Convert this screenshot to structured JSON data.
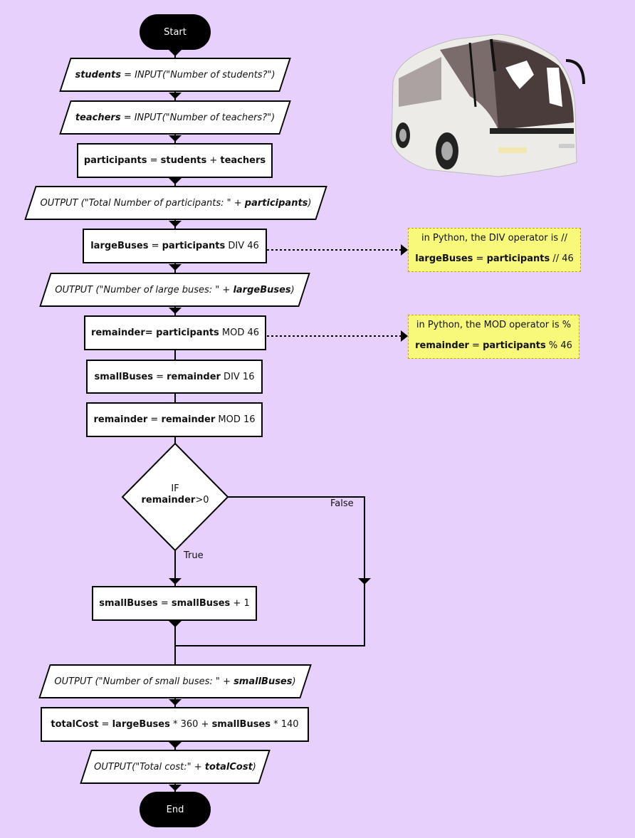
{
  "start": "Start",
  "end": "End",
  "steps": {
    "in_students": {
      "var": "students",
      "rest": " = INPUT(\"Number of students?\")"
    },
    "in_teachers": {
      "var": "teachers",
      "rest": " = INPUT(\"Number of teachers?\")"
    },
    "participants": {
      "a": "participants",
      "b": " = ",
      "c": "students",
      "d": " + ",
      "e": "teachers"
    },
    "out_total": {
      "pre": "OUTPUT (\"Total Number of participants:  \" + ",
      "var": "participants",
      "post": ")"
    },
    "large": {
      "a": "largeBuses",
      "b": " = ",
      "c": "participants",
      "d": " DIV 46"
    },
    "out_large": {
      "pre": "OUTPUT (\"Number of large buses: \" + ",
      "var": "largeBuses",
      "post": ")"
    },
    "rem1": {
      "a": "remainder",
      "b": "= ",
      "c": "participants",
      "d": " MOD 46"
    },
    "small1": {
      "a": "smallBuses",
      "b": " = ",
      "c": "remainder",
      "d": " DIV 16"
    },
    "rem2": {
      "a": "remainder",
      "b": " = ",
      "c": "remainder",
      "d": " MOD 16"
    },
    "small2": {
      "a": "smallBuses",
      "b": " = ",
      "c": "smallBuses",
      "d": " + 1"
    },
    "out_small": {
      "pre": "OUTPUT (\"Number of small buses: \" + ",
      "var": "smallBuses",
      "post": ")"
    },
    "total": {
      "a": "totalCost",
      "b": " = ",
      "c": "largeBuses",
      "d": " * 360 + ",
      "e": "smallBuses",
      "f": " * 140"
    },
    "out_cost": {
      "pre": "OUTPUT(\"Total cost:\" + ",
      "var": "totalCost",
      "post": ")"
    }
  },
  "decision": {
    "line1": "IF",
    "var": "remainder",
    "cond": ">0",
    "true_label": "True",
    "false_label": "False"
  },
  "notes": {
    "div": {
      "line1": "in Python, the DIV operator is //",
      "a": "largeBuses",
      "b": " = ",
      "c": "participants",
      "d": " // 46"
    },
    "mod": {
      "line1": "in Python, the MOD operator is %",
      "a": "remainder",
      "b": " = ",
      "c": "participants",
      "d": " % 46"
    }
  },
  "colors": {
    "background": "#e8d0fc",
    "note": "#f8f87a",
    "stroke": "#000000"
  },
  "bus_icon": "coach-bus-icon"
}
